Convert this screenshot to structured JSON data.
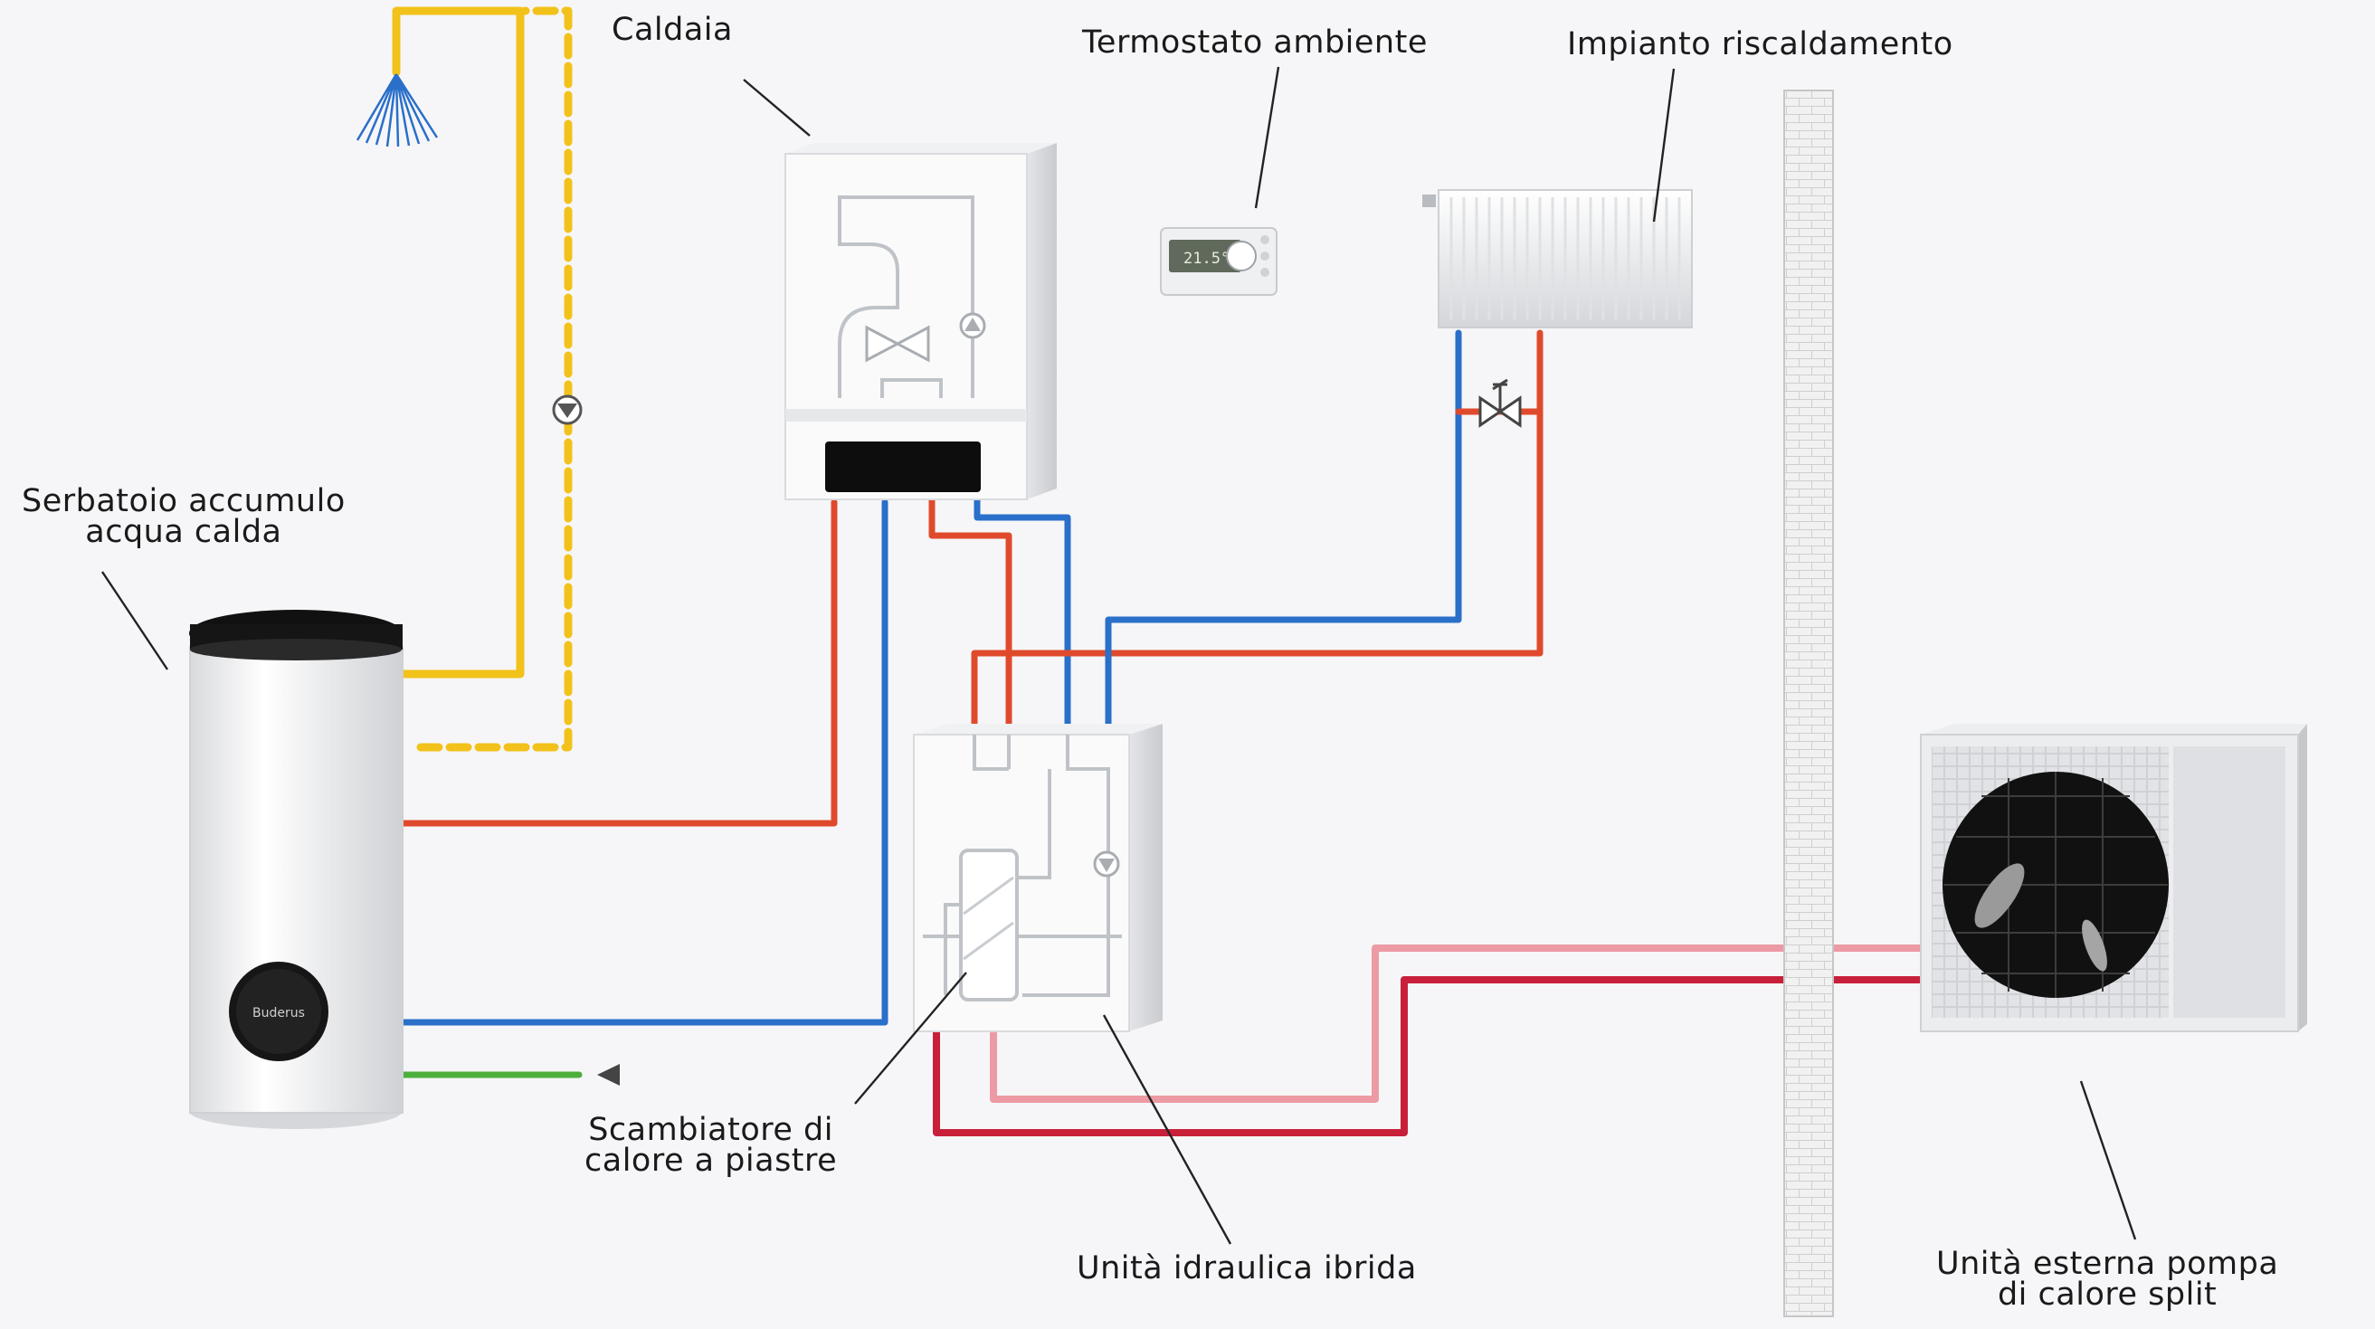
{
  "labels": {
    "caldaia": "Caldaia",
    "termostato": "Termostato ambiente",
    "impianto": "Impianto riscaldamento",
    "serbatoio_line1": "Serbatoio accumulo",
    "serbatoio_line2": "acqua calda",
    "scambiatore_line1": "Scambiatore di",
    "scambiatore_line2": "calore a piastre",
    "unita_idraulica": "Unità idraulica ibrida",
    "unita_esterna_line1": "Unità esterna pompa",
    "unita_esterna_line2": "di calore split"
  },
  "devices": {
    "thermostat_display": "21.5°C",
    "tank_brand": "Buderus"
  },
  "colors": {
    "hot_water": "#e04a2c",
    "cold_water": "#2a6fc9",
    "domestic_hot_water": "#f2c21b",
    "refrigerant_liquid": "#c8203a",
    "refrigerant_gas": "#ec9aa4",
    "drain": "#4caf3c"
  }
}
